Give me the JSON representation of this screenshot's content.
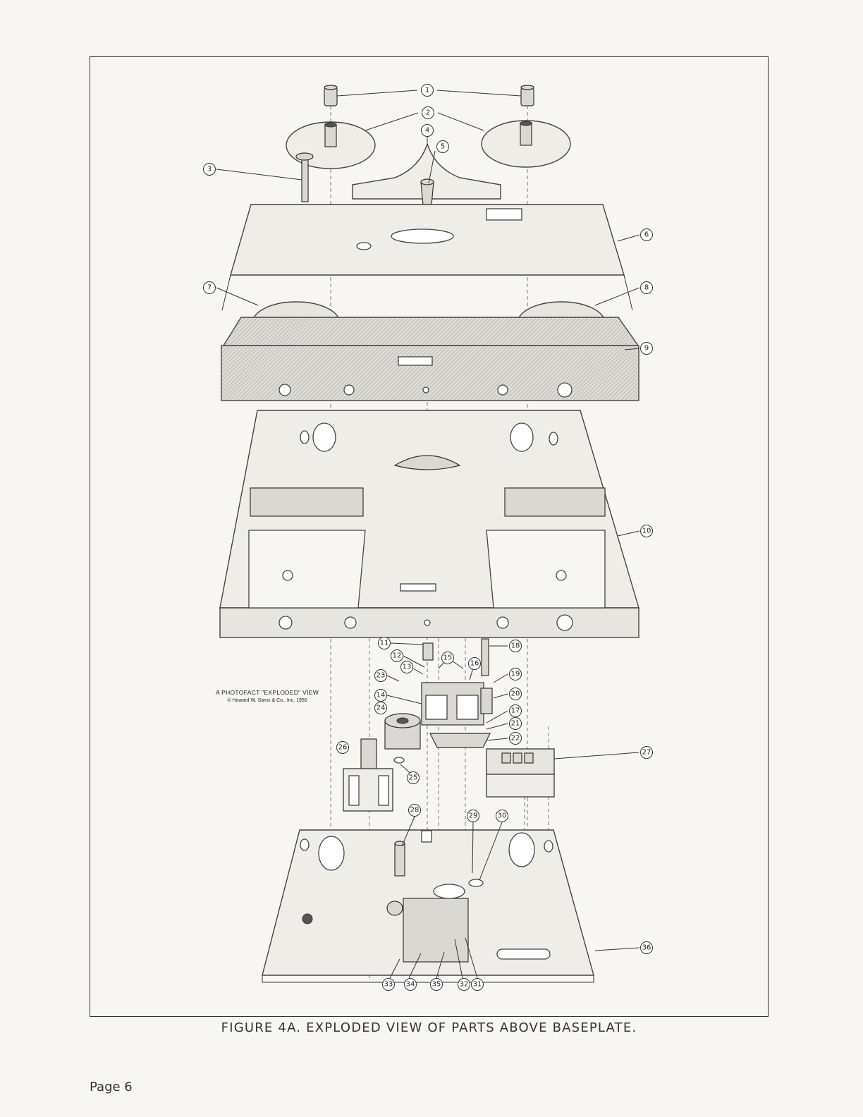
{
  "figure": {
    "caption": "FIGURE 4A.  EXPLODED VIEW OF PARTS ABOVE BASEPLATE.",
    "copyright_line1": "A PHOTOFACT \"EXPLODED\" VIEW",
    "copyright_line2": "© Howard W. Sams & Co., Inc. 1956"
  },
  "page": {
    "number_label": "Page 6"
  },
  "callouts": [
    "1",
    "2",
    "3",
    "4",
    "5",
    "6",
    "7",
    "8",
    "9",
    "10",
    "11",
    "12",
    "13",
    "14",
    "15",
    "16",
    "17",
    "18",
    "19",
    "20",
    "21",
    "22",
    "23",
    "24",
    "25",
    "26",
    "27",
    "28",
    "29",
    "30",
    "31",
    "32",
    "33",
    "34",
    "35",
    "36"
  ]
}
